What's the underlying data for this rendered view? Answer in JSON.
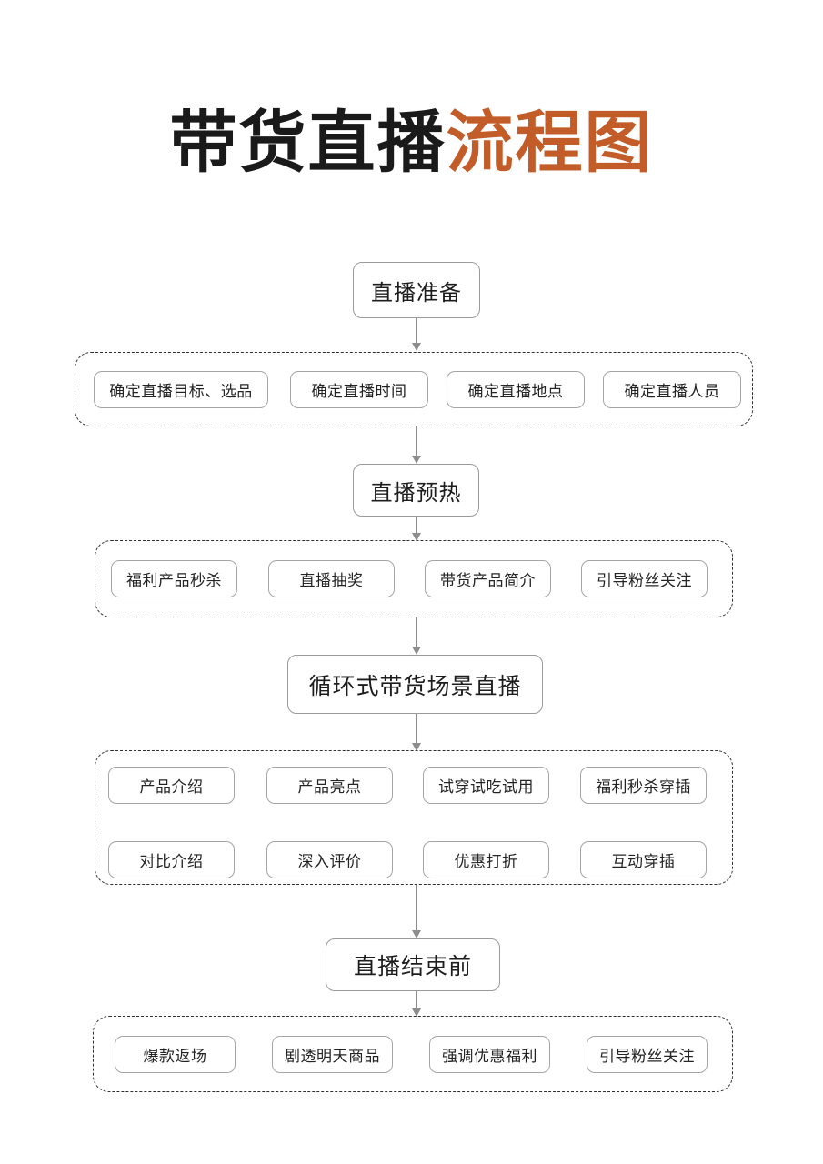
{
  "title": {
    "dark": "带货直播",
    "accent": "流程图",
    "accent_color": "#c25c28",
    "full": "带货直播流程图"
  },
  "colors": {
    "accent": "#c25c28",
    "box_border": "#9a9a9a",
    "item_border": "#a5a5a5",
    "group_border": "#2f2f2f",
    "arrow": "#8d8d8d",
    "text": "#1d1d1d",
    "background": "#ffffff"
  },
  "stages": [
    {
      "id": "prep",
      "label": "直播准备",
      "items": [
        "确定直播目标、选品",
        "确定直播时间",
        "确定直播地点",
        "确定直播人员"
      ]
    },
    {
      "id": "warmup",
      "label": "直播预热",
      "items": [
        "福利产品秒杀",
        "直播抽奖",
        "带货产品简介",
        "引导粉丝关注"
      ]
    },
    {
      "id": "loop",
      "label": "循环式带货场景直播",
      "items": [
        "产品介绍",
        "产品亮点",
        "试穿试吃试用",
        "福利秒杀穿插",
        "对比介绍",
        "深入评价",
        "优惠打折",
        "互动穿插"
      ]
    },
    {
      "id": "ending",
      "label": "直播结束前",
      "items": [
        "爆款返场",
        "剧透明天商品",
        "强调优惠福利",
        "引导粉丝关注"
      ]
    }
  ]
}
